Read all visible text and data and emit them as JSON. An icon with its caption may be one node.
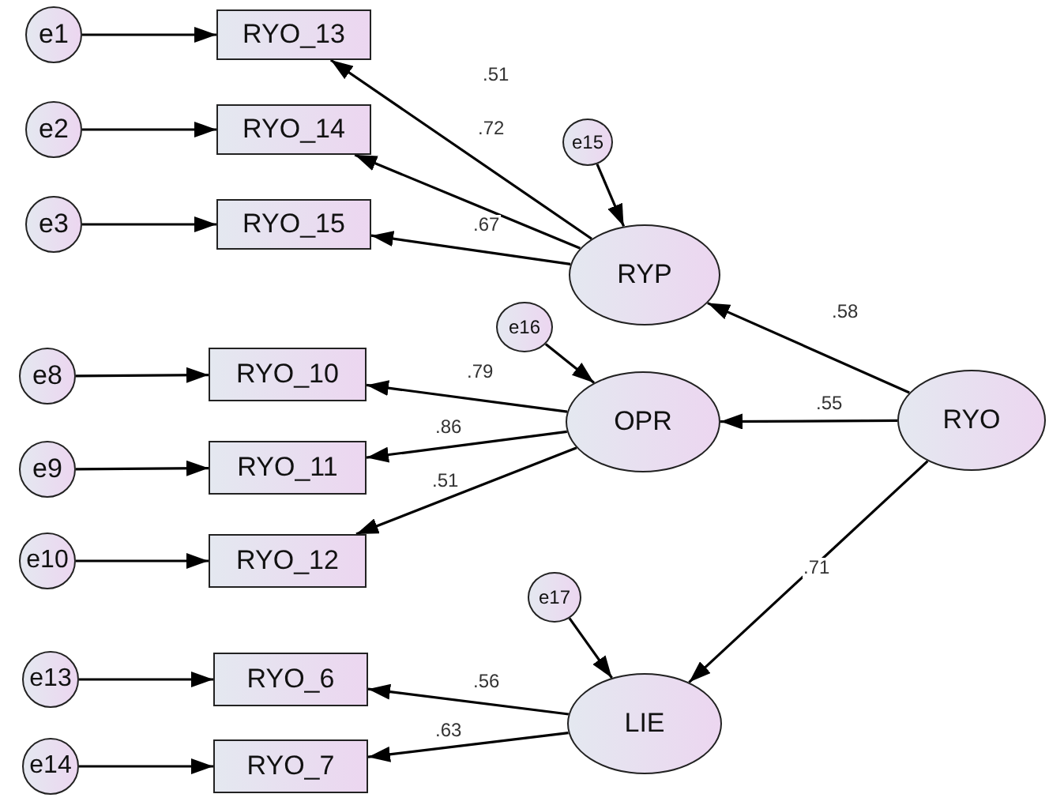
{
  "diagram": {
    "nodes": [
      {
        "text": [
          "e1"
        ]
      },
      {
        "text": [
          "e2"
        ]
      },
      {
        "text": [
          "e3"
        ]
      },
      {
        "text": [
          "e8"
        ]
      },
      {
        "text": [
          "e9"
        ]
      },
      {
        "text": [
          "e10"
        ]
      },
      {
        "text": [
          "e13"
        ]
      },
      {
        "text": [
          "e14"
        ]
      },
      {
        "text": [
          "RYO_13"
        ]
      },
      {
        "text": [
          "RYO_14"
        ]
      },
      {
        "text": [
          "RYO_15"
        ]
      },
      {
        "text": [
          "RYO_10"
        ]
      },
      {
        "text": [
          "RYO_11"
        ]
      },
      {
        "text": [
          "RYO_12"
        ]
      },
      {
        "text": [
          "RYO_6"
        ]
      },
      {
        "text": [
          "RYO_7"
        ]
      },
      {
        "text": [
          "e15"
        ]
      },
      {
        "text": [
          "RYP"
        ]
      },
      {
        "text": [
          "e16"
        ]
      },
      {
        "text": [
          "OPR"
        ]
      },
      {
        "text": [
          "RYO"
        ]
      },
      {
        "text": [
          "e17"
        ]
      },
      {
        "text": [
          "LIE"
        ]
      }
    ],
    "edges": [
      {
        "from": 0,
        "to": 8,
        "arrow": "to"
      },
      {
        "from": 1,
        "to": 9,
        "arrow": "to"
      },
      {
        "from": 2,
        "to": 10,
        "arrow": "to"
      },
      {
        "from": 3,
        "to": 11,
        "arrow": "to"
      },
      {
        "from": 4,
        "to": 12,
        "arrow": "to"
      },
      {
        "from": 5,
        "to": 13,
        "arrow": "to"
      },
      {
        "from": 6,
        "to": 14,
        "arrow": "to"
      },
      {
        "from": 7,
        "to": 15,
        "arrow": "to"
      },
      {
        "from": 17,
        "to": 8,
        "arrow": "to",
        "label": ".51"
      },
      {
        "from": 17,
        "to": 9,
        "arrow": "to",
        "label": ".72"
      },
      {
        "from": 17,
        "to": 10,
        "arrow": "to",
        "label": ".67"
      },
      {
        "from": 16,
        "to": 17,
        "arrow": "to"
      },
      {
        "from": 20,
        "to": 17,
        "arrow": "to",
        "label": ".58"
      },
      {
        "from": 19,
        "to": 11,
        "arrow": "to",
        "label": ".79"
      },
      {
        "from": 19,
        "to": 12,
        "arrow": "to",
        "label": ".86"
      },
      {
        "from": 19,
        "to": 13,
        "arrow": "to",
        "label": ".51"
      },
      {
        "from": 18,
        "to": 19,
        "arrow": "to"
      },
      {
        "from": 20,
        "to": 19,
        "arrow": "to",
        "label": ".55"
      },
      {
        "from": 20,
        "to": 22,
        "arrow": "to",
        "label": ".71"
      },
      {
        "from": 21,
        "to": 22,
        "arrow": "to"
      },
      {
        "from": 22,
        "to": 14,
        "arrow": "to",
        "label": ".56"
      },
      {
        "from": 22,
        "to": 15,
        "arrow": "to",
        "label": ".63"
      }
    ]
  }
}
